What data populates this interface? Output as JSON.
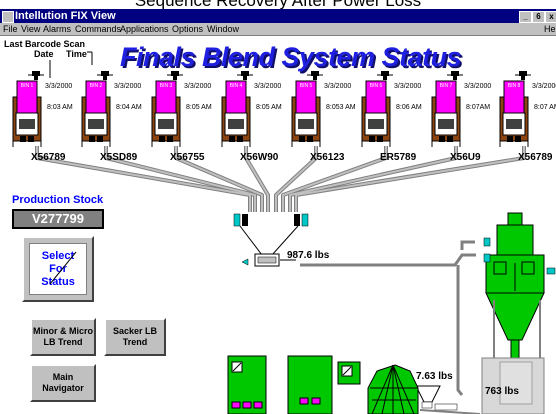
{
  "overlay_caption": "Sequence Recovery After Power Loss",
  "window": {
    "title": "Intellution FIX View",
    "controls": [
      "_",
      "6",
      "x"
    ]
  },
  "menu": {
    "items": [
      "File",
      "View",
      "Alarms",
      "Commands",
      "Applications",
      "Options",
      "Window"
    ],
    "help": "He"
  },
  "display": {
    "headline": "Finals Blend System Status",
    "last_scan_label": "Last Barcode Scan",
    "date_label": "Date",
    "time_label": "Time"
  },
  "bins": [
    {
      "label": "BIN 1",
      "date": "3/3/2000",
      "time": "8:03 AM",
      "barcode": "X56789"
    },
    {
      "label": "BIN 2",
      "date": "3/3/2000",
      "time": "8:04 AM",
      "barcode": "X5SD89"
    },
    {
      "label": "BIN 3",
      "date": "3/3/2000",
      "time": "8:05 AM",
      "barcode": "X56755"
    },
    {
      "label": "BIN 4",
      "date": "3/3/2000",
      "time": "8:05 AM",
      "barcode": "X56W90"
    },
    {
      "label": "BIN 5",
      "date": "3/3/2000",
      "time": "8:053 AM",
      "barcode": "X56123"
    },
    {
      "label": "BIN 6",
      "date": "3/3/2000",
      "time": "8:06 AM",
      "barcode": "ER5789"
    },
    {
      "label": "BIN 7",
      "date": "3/3/2000",
      "time": "8:07AM",
      "barcode": "X56U9"
    },
    {
      "label": "BIN 8",
      "date": "3/3/2000",
      "time": "8:07 AM",
      "barcode": "X56789"
    }
  ],
  "production": {
    "title": "Production Stock",
    "stock_id": "V277799",
    "select_label_1": "Select",
    "select_label_2": "For",
    "select_label_3": "Status"
  },
  "buttons": {
    "minor_micro": "Minor & Micro LB Trend",
    "sacker": "Sacker LB Trend",
    "main_nav": "Main Navigator"
  },
  "weights": {
    "scale_main": "987.6  lbs",
    "scale_small": "7.63  lbs",
    "sacker_weight": "763  lbs"
  },
  "colors": {
    "title_bar": "#000080",
    "headline": "#1f1fe0",
    "bin_fill": "#ff00ff",
    "equipment": "#00c800",
    "pipe": "#c0c0c0",
    "production_title": "#0000ff"
  }
}
